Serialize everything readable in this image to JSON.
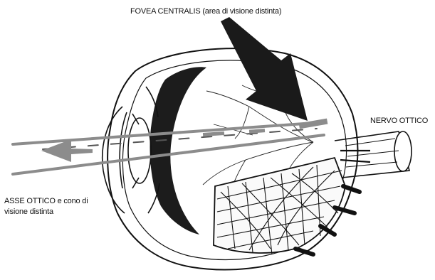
{
  "labels": {
    "fovea": "FOVEA CENTRALIS (area di visione distinta)",
    "nervo": "NERVO OTTICO",
    "asse_line1": "ASSE OTTICO e cono di",
    "asse_line2": "visione distinta"
  },
  "colors": {
    "ink": "#111111",
    "axis_grey": "#8c8c8c",
    "arrow_dark": "#1a1a1a",
    "shade": "#1c1c1c",
    "background": "#ffffff"
  }
}
